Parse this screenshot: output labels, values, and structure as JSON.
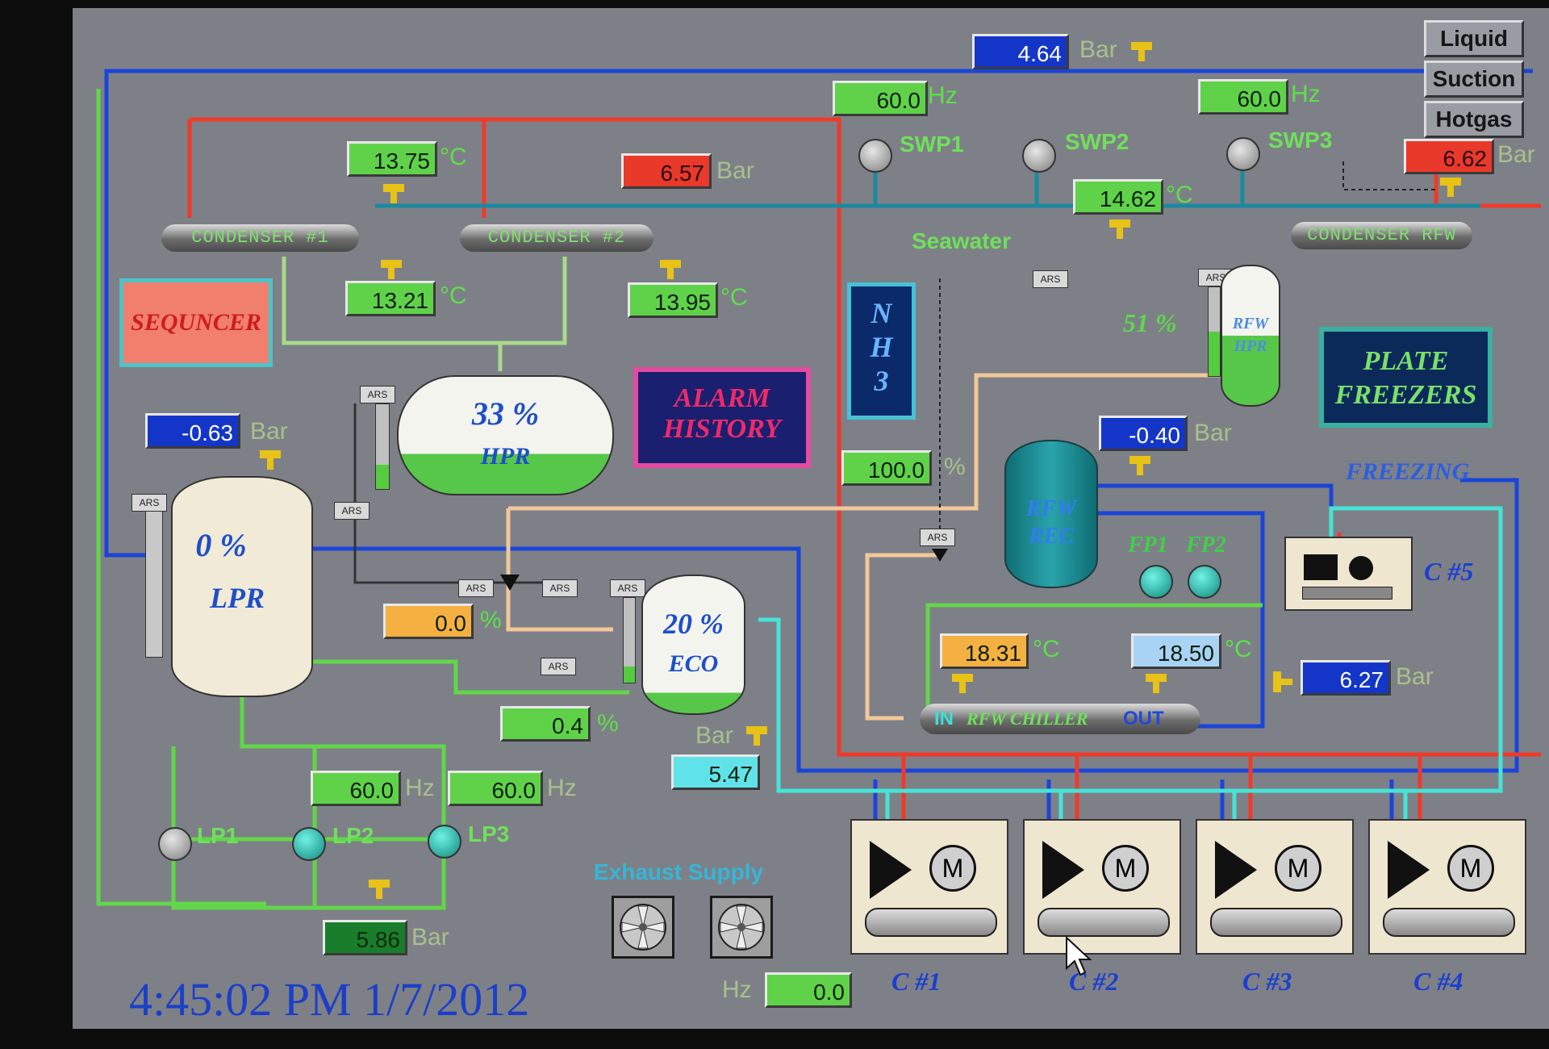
{
  "legend": {
    "liquid": "Liquid",
    "suction": "Suction",
    "hotgas": "Hotgas"
  },
  "top": {
    "bar_value": "4.64",
    "bar_unit": "Bar",
    "hz1_value": "60.0",
    "hz2_value": "60.0",
    "hz_unit": "Hz",
    "hotgas_bar_value": "6.62",
    "hotgas_bar_unit": "Bar"
  },
  "condensers": {
    "c1_label": "CONDENSER #1",
    "c2_label": "CONDENSER #2",
    "rfw_label": "CONDENSER RFW",
    "temp_top": "13.75",
    "temp_c1_out": "13.21",
    "temp_c2_out": "13.95",
    "bar_mid": "6.57",
    "bar_unit": "Bar",
    "temp_unit": "°C"
  },
  "seawater": {
    "label": "Seawater",
    "temp": "14.62",
    "temp_unit": "°C",
    "pumps": [
      "SWP1",
      "SWP2",
      "SWP3"
    ]
  },
  "buttons": {
    "sequencer": "SEQUNCER",
    "alarm_line1": "ALARM",
    "alarm_line2": "HISTORY",
    "nh3_1": "N",
    "nh3_2": "H",
    "nh3_3": "3",
    "plate_line1": "PLATE",
    "plate_line2": "FREEZERS"
  },
  "hpr": {
    "percent": "33 %",
    "label": "HPR"
  },
  "lpr": {
    "percent": "0 %",
    "label": "LPR",
    "bar": "-0.63",
    "bar_unit": "Bar"
  },
  "eco": {
    "percent": "20 %",
    "label": "ECO",
    "bar_label": "Bar",
    "bar_value": "5.47",
    "valve1_value": "0.0",
    "valve2_value": "0.4",
    "pct_unit": "%"
  },
  "rfw": {
    "hpr_percent": "51 %",
    "hpr_label1": "RFW",
    "hpr_label2": "HPR",
    "rec_label1": "RFW",
    "rec_label2": "REC",
    "rec_bar": "-0.40",
    "bar_unit": "Bar",
    "valve_percent": "100.0",
    "pct_unit": "%",
    "freezing": "FREEZING",
    "fp1": "FP1",
    "fp2": "FP2",
    "chiller_in": "IN",
    "chiller_label": "RFW CHILLER",
    "chiller_out": "OUT",
    "temp_in": "18.31",
    "temp_out": "18.50",
    "temp_unit": "°C",
    "chiller_bar": "6.27"
  },
  "c5_label": "C #5",
  "lp": {
    "pumps": [
      "LP1",
      "LP2",
      "LP3"
    ],
    "hz2": "60.0",
    "hz3": "60.0",
    "hz_unit": "Hz",
    "bar": "5.86",
    "bar_unit": "Bar"
  },
  "exhaust": {
    "exhaust_label": "Exhaust",
    "supply_label": "Supply",
    "hz_unit": "Hz",
    "hz_value": "0.0"
  },
  "compressors": [
    "C #1",
    "C #2",
    "C #3",
    "C #4"
  ],
  "motor_symbol": "M",
  "ars_tag": "ARS",
  "datetime": "4:45:02 PM 1/7/2012",
  "colors": {
    "liquid": "#1a45d8",
    "hotgas": "#ef3a2a",
    "seawater": "#1a8aa0",
    "oil": "#f2c89a",
    "green": "#62d64a",
    "cyan": "#46e3d8"
  }
}
